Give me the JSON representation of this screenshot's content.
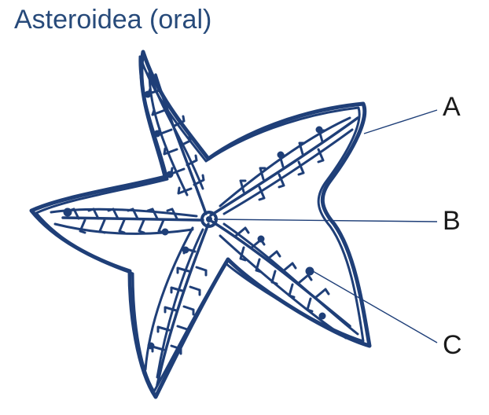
{
  "title": "Asteroidea (oral)",
  "labels": {
    "a": "A",
    "b": "B",
    "c": "C"
  },
  "colors": {
    "drawing": "#1f3f78",
    "title": "#274a7a",
    "leader_line": "#1f3f78",
    "label_text": "#1a1a1a"
  }
}
